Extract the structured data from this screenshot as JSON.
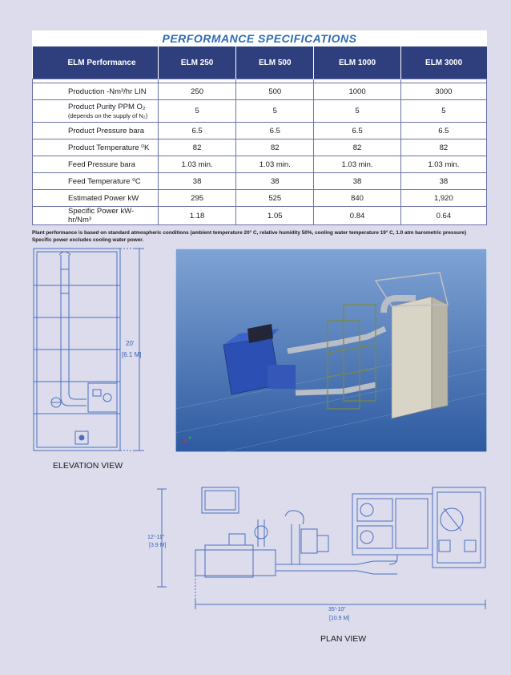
{
  "title": "PERFORMANCE SPECIFICATIONS",
  "table": {
    "headers": [
      "ELM Performance",
      "ELM 250",
      "ELM 500",
      "ELM 1000",
      "ELM 3000"
    ],
    "rows": [
      {
        "label": "Production -Nm³/hr LIN",
        "sub": "",
        "values": [
          "250",
          "500",
          "1000",
          "3000"
        ]
      },
      {
        "label": "Product Purity  PPM O₂",
        "sub": "(depends on the supply of N₂)",
        "values": [
          "5",
          "5",
          "5",
          "5"
        ]
      },
      {
        "label": "Product Pressure  bara",
        "sub": "",
        "values": [
          "6.5",
          "6.5",
          "6.5",
          "6.5"
        ]
      },
      {
        "label": "Product Temperature ⁰K",
        "sub": "",
        "values": [
          "82",
          "82",
          "82",
          "82"
        ]
      },
      {
        "label": "Feed Pressure  bara",
        "sub": "",
        "values": [
          "1.03 min.",
          "1.03 min.",
          "1.03 min.",
          "1.03 min."
        ]
      },
      {
        "label": "Feed Temperature  ⁰C",
        "sub": "",
        "values": [
          "38",
          "38",
          "38",
          "38"
        ]
      },
      {
        "label": "Estimated Power  kW",
        "sub": "",
        "values": [
          "295",
          "525",
          "840",
          "1,920"
        ]
      },
      {
        "label": "Specific Power kW-hr/Nm³",
        "sub": "",
        "values": [
          "1.18",
          "1.05",
          "0.84",
          "0.64"
        ]
      }
    ]
  },
  "notes": {
    "line1": "Plant performance is based on standard atmospheric conditions (ambient temperature 20° C, relative humidity 50%, cooling water temperature 19° C, 1.0 atm barometric pressure)",
    "line2": "Specific power excludes cooling water power."
  },
  "elevation": {
    "height_ft": "20'",
    "height_m": "[6.1 M]",
    "label": "ELEVATION VIEW"
  },
  "plan": {
    "depth_ft": "12'-11\"",
    "depth_m": "[3.9 M]",
    "width_ft": "35'-10\"",
    "width_m": "[10.9 M]",
    "label": "PLAN VIEW"
  },
  "colors": {
    "header_bg": "#2f3f7e",
    "title_text": "#2e6cb3",
    "drawing_line": "#4a6fc0",
    "page_bg": "#dcdcec"
  }
}
